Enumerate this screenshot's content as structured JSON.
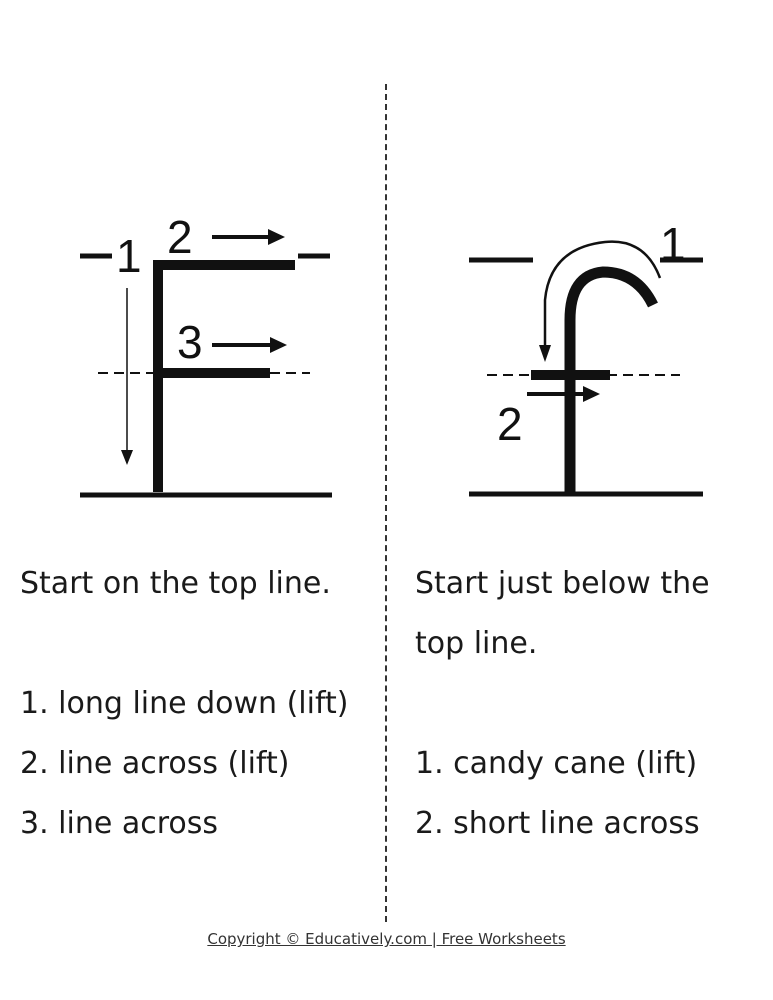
{
  "left": {
    "diagram": {
      "labels": [
        "1",
        "2",
        "3"
      ]
    },
    "intro": "Start on the top line.",
    "steps": [
      "1. long line down (lift)",
      "2. line across (lift)",
      "3. line across"
    ]
  },
  "right": {
    "diagram": {
      "labels": [
        "1",
        "2"
      ]
    },
    "intro_line1": "Start just below the",
    "intro_line2": "top line.",
    "steps": [
      "1. candy cane (lift)",
      "2. short line across"
    ]
  },
  "footer": "Copyright © Educatively.com | Free Worksheets"
}
